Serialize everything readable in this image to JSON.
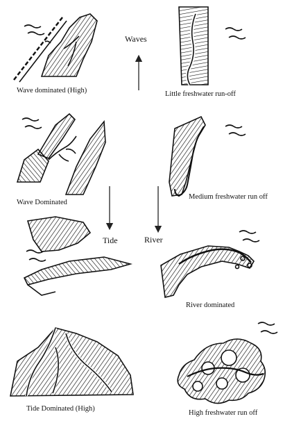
{
  "diagram": {
    "arrow_labels": {
      "waves": "Waves",
      "tide": "Tide",
      "river": "River"
    },
    "panels": [
      {
        "id": "wave-dominated-high",
        "caption": "Wave dominated (High)"
      },
      {
        "id": "little-freshwater-run-off",
        "caption": "Little freshwater run-off"
      },
      {
        "id": "wave-dominated",
        "caption": "Wave Dominated"
      },
      {
        "id": "medium-freshwater-run-off",
        "caption": "Medium freshwater run off"
      },
      {
        "id": "tide-panel",
        "caption": ""
      },
      {
        "id": "river-dominated",
        "caption": "River dominated"
      },
      {
        "id": "tide-dominated-high",
        "caption": "Tide Dominated (High)"
      },
      {
        "id": "high-freshwater-run-off",
        "caption": "High freshwater run off"
      }
    ]
  }
}
